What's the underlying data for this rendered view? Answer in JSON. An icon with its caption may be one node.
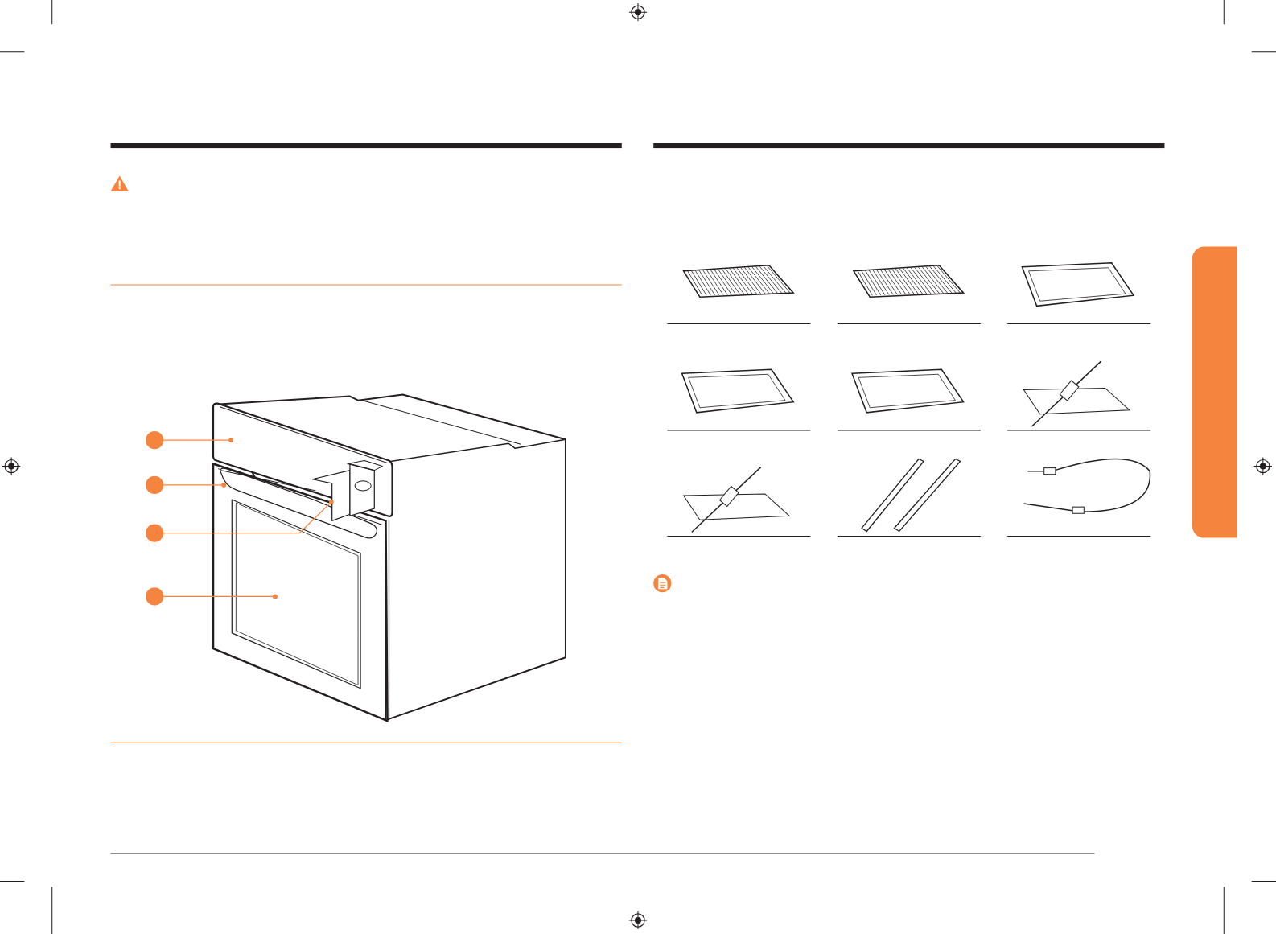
{
  "diagram": {
    "nodes": [
      {
        "text": [],
        "shape": "circle"
      },
      {
        "text": [],
        "shape": "circle"
      },
      {
        "text": [],
        "shape": "circle"
      },
      {
        "text": [],
        "shape": "circle"
      },
      {
        "text": [],
        "shape": "box"
      }
    ],
    "edges": [
      {
        "from": 0,
        "to": null,
        "arrow": "other"
      },
      {
        "from": 1,
        "to": null,
        "arrow": "other"
      },
      {
        "from": 2,
        "to": null,
        "arrow": "other"
      },
      {
        "from": 3,
        "to": null,
        "arrow": "other"
      }
    ]
  }
}
